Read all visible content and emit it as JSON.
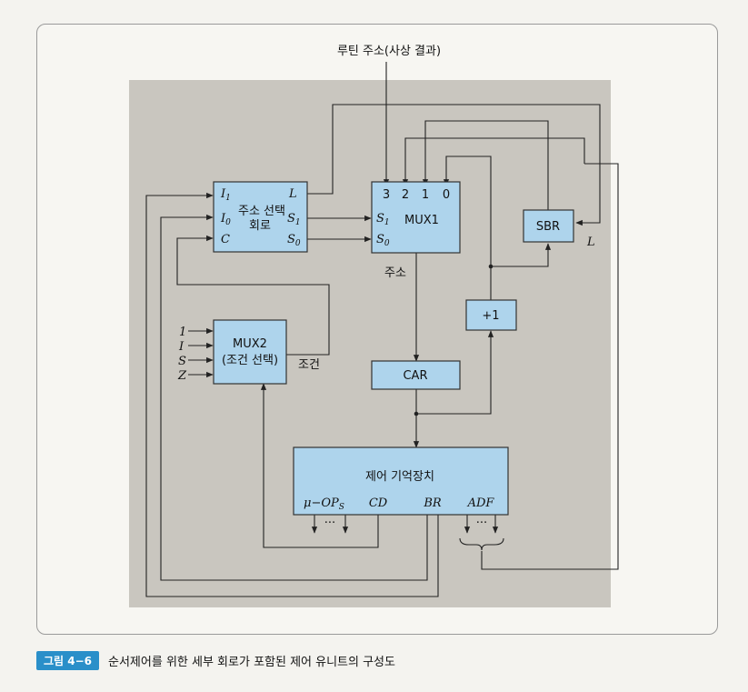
{
  "figure": {
    "top_input": "루틴 주소(사상 결과)",
    "address_select": {
      "title_line1": "주소 선택",
      "title_line2": "회로",
      "in_i1": "I",
      "in_i1_sub": "1",
      "in_i0": "I",
      "in_i0_sub": "0",
      "in_c": "C",
      "out_l": "L",
      "out_s1": "S",
      "out_s1_sub": "1",
      "out_s0": "S",
      "out_s0_sub": "0"
    },
    "mux1": {
      "title": "MUX1",
      "inputs": [
        "3",
        "2",
        "1",
        "0"
      ],
      "sel_s1": "S",
      "sel_s1_sub": "1",
      "sel_s0": "S",
      "sel_s0_sub": "0",
      "output_label": "주소"
    },
    "sbr": {
      "title": "SBR",
      "load_label": "L"
    },
    "incrementer": {
      "title": "+1"
    },
    "mux2": {
      "title_line1": "MUX2",
      "title_line2": "(조건 선택)",
      "inputs": [
        "1",
        "I",
        "S",
        "Z"
      ],
      "output_label": "조건"
    },
    "car": {
      "title": "CAR"
    },
    "control_memory": {
      "title": "제어 기억장치",
      "field_op": "μ−OP",
      "field_op_sub": "S",
      "field_cd": "CD",
      "field_br": "BR",
      "field_adf": "ADF",
      "ellipsis": "···"
    }
  },
  "caption": {
    "label": "그림 4−6",
    "text": "순서제어를 위한 세부 회로가 포함된 제어 유니트의 구성도"
  },
  "colors": {
    "diagram_background": "#c9c6bf",
    "block_fill": "#aed4ec",
    "caption_label": "#2a8fc9"
  }
}
